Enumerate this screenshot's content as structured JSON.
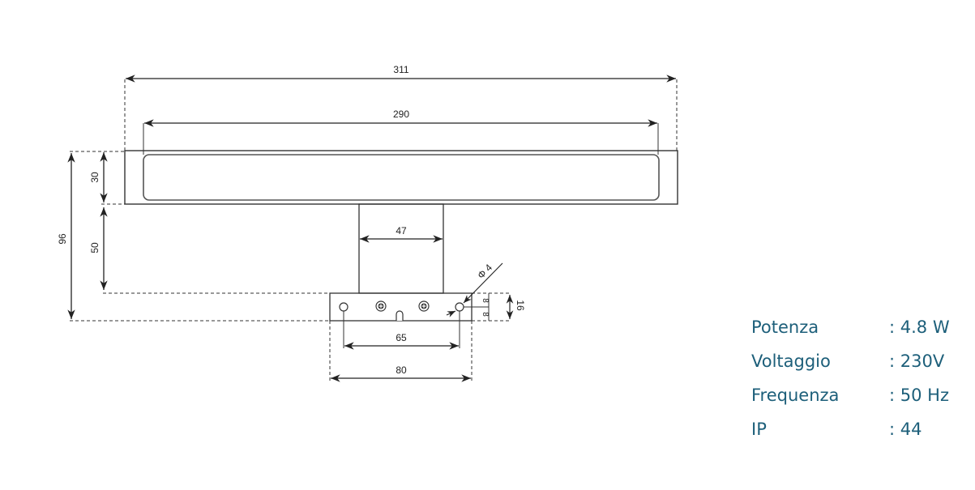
{
  "drawing": {
    "title": "LED mirror lamp dimensional drawing",
    "units": "mm",
    "line_color": "#222222",
    "dimensions": {
      "overall_width": "311",
      "light_width": "290",
      "head_height": "30",
      "arm_height": "50",
      "total_height": "96",
      "arm_width": "47",
      "bracket_height": "16",
      "bracket_half_upper": "8",
      "bracket_half_lower": "8",
      "hole_spacing": "65",
      "bracket_width": "80",
      "hole_diameter": "Φ 4"
    }
  },
  "specs": {
    "text_color": "#1d5f7a",
    "rows": [
      {
        "label": "Potenza",
        "value": ": 4.8 W"
      },
      {
        "label": "Voltaggio",
        "value": ": 230V"
      },
      {
        "label": "Frequenza",
        "value": ": 50 Hz"
      },
      {
        "label": "IP",
        "value": ": 44"
      }
    ]
  }
}
